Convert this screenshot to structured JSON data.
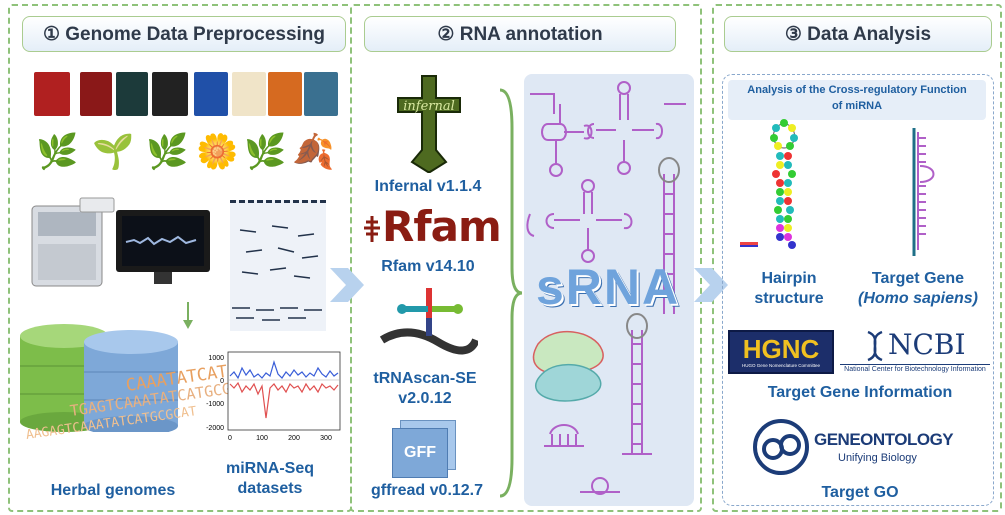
{
  "sections": {
    "s1": {
      "title": "① Genome Data Preprocessing",
      "label_genomes": "Herbal genomes",
      "label_mirna_1": "miRNA-Seq",
      "label_mirna_2": "datasets",
      "plot_ticks": [
        "1000",
        "0",
        "-1000",
        "-2000"
      ],
      "plot_xticks": [
        "0",
        "100",
        "200",
        "300"
      ],
      "dna_line_1": "CAAATATCATGCGCAT",
      "dna_line_2": "TGAGTCAAATATCATGCG",
      "dna_line_3": "AAGAGTCAAATATCATGCGCAT"
    },
    "s2": {
      "title": "② RNA annotation",
      "tools": [
        "Infernal v1.1.4",
        "Rfam v14.10",
        "tRNAscan-SE",
        "v2.0.12",
        "gffread v0.12.7"
      ],
      "logo_infernal": "infernal",
      "logo_rfam": "Rfam",
      "logo_gff": "GFF",
      "srna": "sRNA"
    },
    "s3": {
      "title": "③ Data Analysis",
      "subtitle_1": "Analysis of the Cross-regulatory Function",
      "subtitle_2": "of miRNA",
      "hairpin_1": "Hairpin",
      "hairpin_2": "structure",
      "target_1": "Target Gene",
      "target_2": "(Homo sapiens)",
      "hgnc": "HGNC",
      "hgnc_sub": "HUGO Gene Nomenclature Committee",
      "ncbi": "NCBI",
      "ncbi_sub": "National Center for Biotechnology Information",
      "target_info": "Target Gene Information",
      "geneontology": "GENEONTOLOGY",
      "geneontology_sub": "Unifying Biology",
      "target_go": "Target GO"
    }
  },
  "colors": {
    "accent_blue": "#1f5fa0",
    "green_border": "#8fc27a",
    "rna_purple": "#b060c8"
  }
}
